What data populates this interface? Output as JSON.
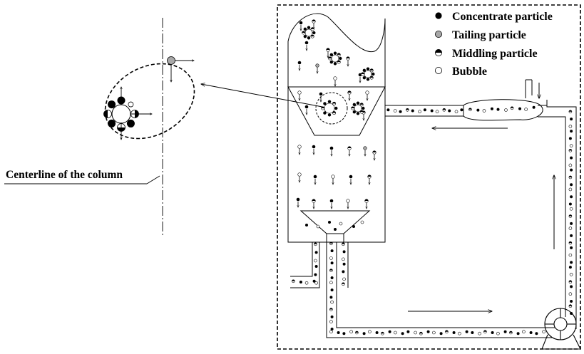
{
  "legend": {
    "concentrate": "Concentrate particle",
    "tailing": "Tailing particle",
    "middling": "Middling particle",
    "bubble": "Bubble"
  },
  "annotation": {
    "centerline": "Centerline of the column"
  },
  "colors": {
    "line": "#000000",
    "concentrate": "#000000",
    "tailing": "#a8a8a8",
    "bubble": "#ffffff"
  }
}
